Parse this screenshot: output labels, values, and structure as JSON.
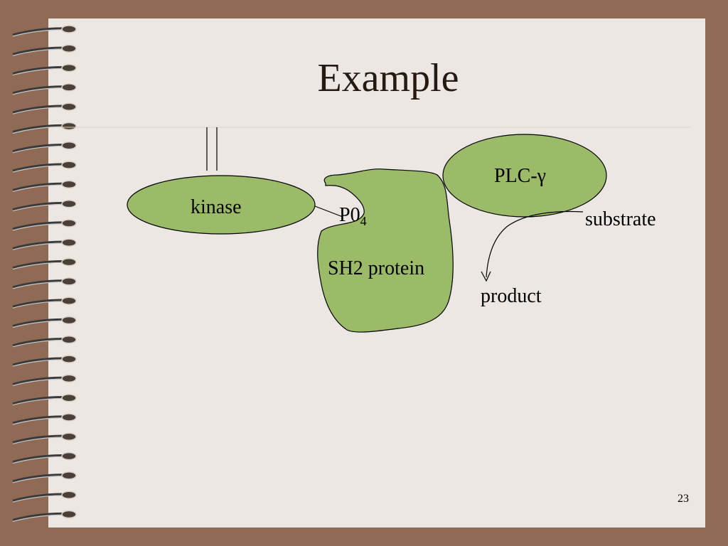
{
  "slide": {
    "title": "Example",
    "slide_number": "23"
  },
  "diagram": {
    "nodes": {
      "kinase": "kinase",
      "sh2_protein": "SH2 protein",
      "plc": "PLC-γ"
    },
    "labels": {
      "phosphate_main": "P0",
      "phosphate_sub": "4",
      "substrate": "substrate",
      "product": "product"
    }
  },
  "colors": {
    "background": "#8f6b55",
    "page": "#ece7e2",
    "node_fill": "#9bbb68",
    "stroke": "#000000"
  }
}
